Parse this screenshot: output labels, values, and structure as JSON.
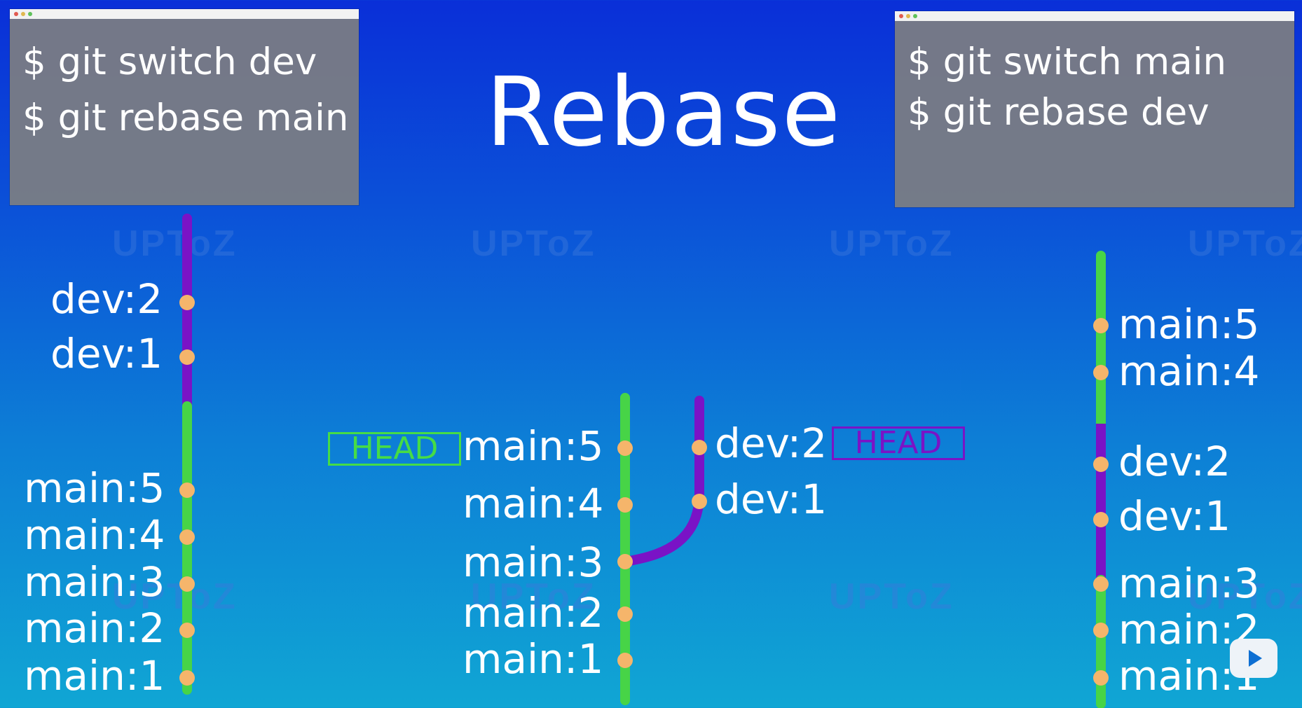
{
  "title": "Rebase",
  "colors": {
    "main_branch": "#47d447",
    "dev_branch": "#7a13c6",
    "commit": "#f5b56b",
    "head_main": "#46dc46",
    "head_dev": "#7a13c6"
  },
  "watermark": "UPToZ",
  "left_terminal": {
    "line1": "$ git switch dev",
    "line2": "$ git rebase main"
  },
  "right_terminal": {
    "line1": "$ git switch main",
    "line2": "$ git rebase dev"
  },
  "left_graph": {
    "dev_commits": [
      "dev:2",
      "dev:1"
    ],
    "main_commits": [
      "main:5",
      "main:4",
      "main:3",
      "main:2",
      "main:1"
    ]
  },
  "center_graph": {
    "head_main_label": "HEAD",
    "main_commits": [
      "main:5",
      "main:4",
      "main:3",
      "main:2",
      "main:1"
    ],
    "dev_commits": [
      "dev:2",
      "dev:1"
    ],
    "head_dev_label": "HEAD"
  },
  "right_graph": {
    "commits": [
      "main:5",
      "main:4",
      "dev:2",
      "dev:1",
      "main:3",
      "main:2",
      "main:1"
    ]
  },
  "play_icon": "play-icon"
}
